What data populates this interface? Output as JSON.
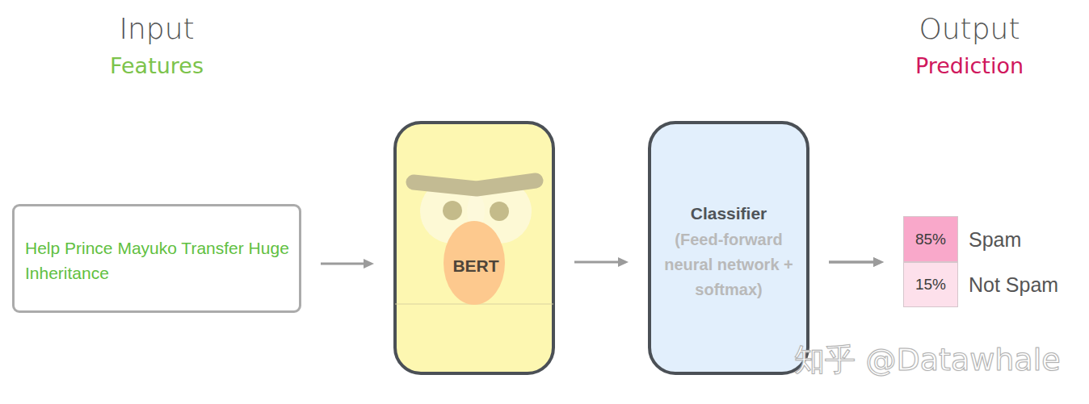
{
  "diagram": {
    "nodes": [
      {
        "text": [
          "Help Prince Mayuko Transfer Huge Inheritance"
        ]
      },
      {
        "text": [
          "BERT"
        ]
      },
      {
        "text": [
          "Classifier",
          "(Feed-forward neural network + softmax)"
        ]
      },
      {
        "text": [
          "85%",
          "Spam"
        ]
      },
      {
        "text": [
          "15%",
          "Not Spam"
        ]
      }
    ],
    "edges": [
      {
        "from": 0,
        "to": 1,
        "arrow": "to"
      },
      {
        "from": 1,
        "to": 2,
        "arrow": "to"
      },
      {
        "from": 2,
        "to": 3,
        "arrow": "to"
      },
      {
        "from": 2,
        "to": 4,
        "arrow": "to"
      }
    ],
    "labels": [
      "Input",
      "Features",
      "Output",
      "Prediction",
      "知乎 @Datawhale"
    ]
  }
}
